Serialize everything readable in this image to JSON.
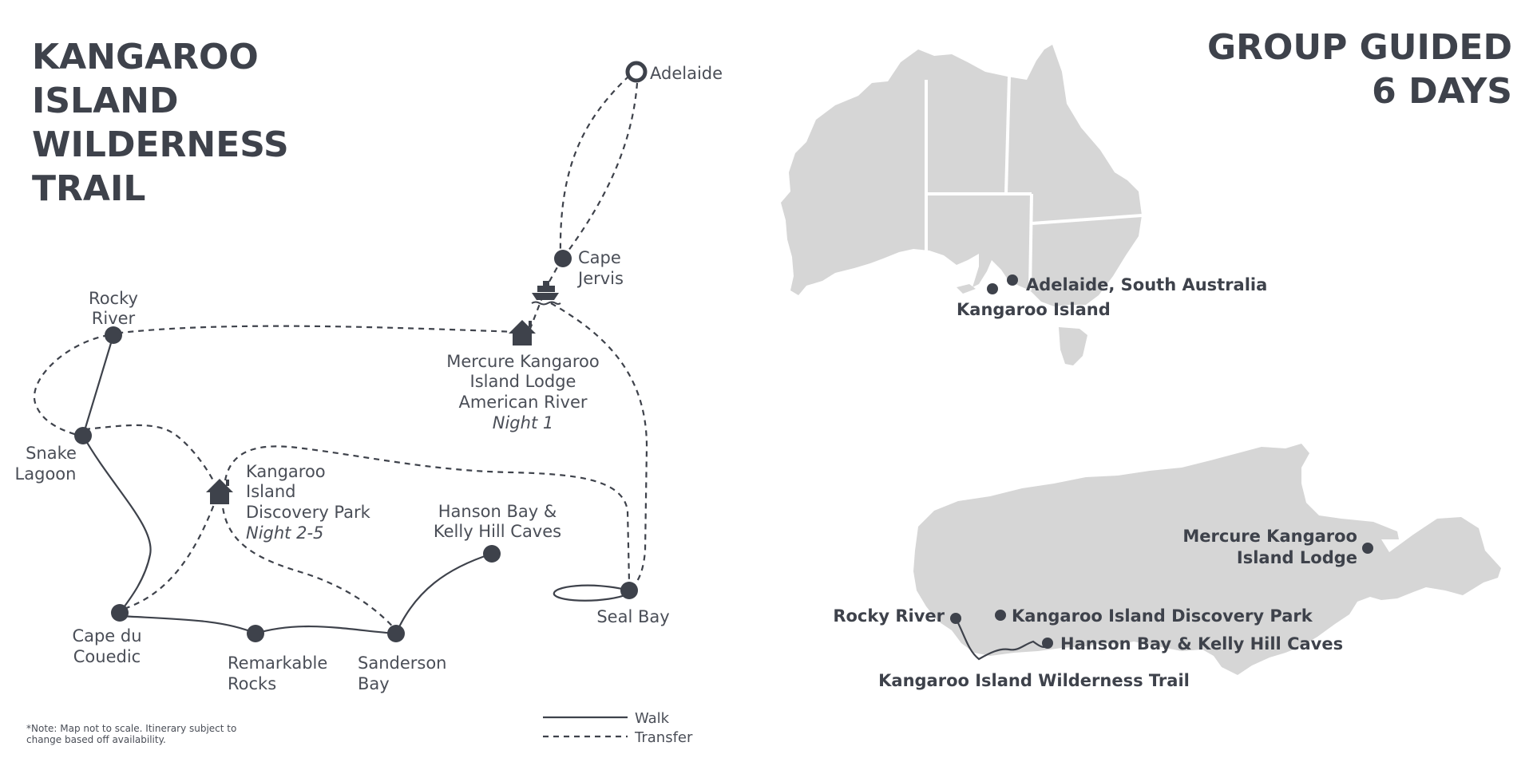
{
  "title": {
    "line1": "KANGAROO",
    "line2": "ISLAND",
    "line3": "WILDERNESS",
    "line4": "TRAIL"
  },
  "tour": {
    "line1": "GROUP GUIDED",
    "line2": "6 DAYS"
  },
  "route_map": {
    "places": {
      "adelaide": "Adelaide",
      "cape_jervis_1": "Cape",
      "cape_jervis_2": "Jervis",
      "rocky_river_1": "Rocky",
      "rocky_river_2": "River",
      "snake_lagoon_1": "Snake",
      "snake_lagoon_2": "Lagoon",
      "cape_du_couedic_1": "Cape du",
      "cape_du_couedic_2": "Couedic",
      "remarkable_rocks_1": "Remarkable",
      "remarkable_rocks_2": "Rocks",
      "sanderson_bay_1": "Sanderson",
      "sanderson_bay_2": "Bay",
      "hanson_bay_1": "Hanson Bay &",
      "hanson_bay_2": "Kelly Hill Caves",
      "seal_bay": "Seal Bay"
    },
    "lodging": {
      "mercure_1": "Mercure Kangaroo",
      "mercure_2": "Island Lodge",
      "mercure_3": "American River",
      "mercure_night": "Night 1",
      "discovery_1": "Kangaroo",
      "discovery_2": "Island",
      "discovery_3": "Discovery Park",
      "discovery_night": "Night 2-5"
    },
    "icons": {
      "ferry": "ferry-icon",
      "lodge": "house-icon"
    }
  },
  "note": {
    "line1": "*Note: Map not to scale. Itinerary subject to",
    "line2": "change based off availability."
  },
  "legend": {
    "walk": "Walk",
    "transfer": "Transfer"
  },
  "australia_map": {
    "adelaide": "Adelaide, South Australia",
    "kangaroo_island": "Kangaroo Island"
  },
  "island_map": {
    "mercure_1": "Mercure Kangaroo",
    "mercure_2": "Island Lodge",
    "rocky_river": "Rocky River",
    "discovery_park": "Kangaroo Island Discovery Park",
    "hanson_bay": "Hanson Bay & Kelly Hill Caves",
    "trail": "Kangaroo Island Wilderness Trail"
  },
  "colors": {
    "ink": "#3e424b",
    "land": "#d6d6d6",
    "background": "#ffffff"
  }
}
